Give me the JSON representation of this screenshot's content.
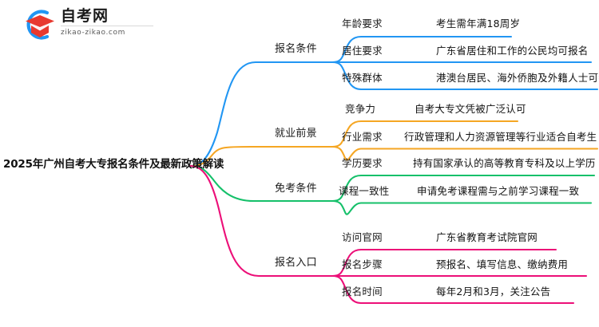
{
  "logo": {
    "name_cn": "自考网",
    "url": "zikao-zikao.com",
    "mark_icon": "graduation-cap-icon",
    "arc_color": "#2196f3",
    "cap_color": "#e8392f"
  },
  "root": {
    "title": "2025年广州自考大专报名条件及最新政策解读"
  },
  "colors": {
    "branch_1": "#2196f3",
    "branch_2": "#f5a623",
    "branch_3": "#15c06a",
    "branch_4": "#ec0f78"
  },
  "branches": [
    {
      "label": "报名条件",
      "color": "#2196f3",
      "children": [
        {
          "label": "年龄要求",
          "detail": "考生需年满18周岁"
        },
        {
          "label": "居住要求",
          "detail": "广东省居住和工作的公民均可报名"
        },
        {
          "label": "特殊群体",
          "detail": "港澳台居民、海外侨胞及外籍人士可参加"
        }
      ]
    },
    {
      "label": "就业前景",
      "color": "#f5a623",
      "children": [
        {
          "label": "竞争力",
          "detail": "自考大专文凭被广泛认可"
        },
        {
          "label": "行业需求",
          "detail": "行政管理和人力资源管理等行业适合自考生"
        }
      ]
    },
    {
      "label": "免考条件",
      "color": "#15c06a",
      "children": [
        {
          "label": "学历要求",
          "detail": "持有国家承认的高等教育专科及以上学历"
        },
        {
          "label": "课程一致性",
          "detail": "申请免考课程需与之前学习课程一致"
        }
      ]
    },
    {
      "label": "报名入口",
      "color": "#ec0f78",
      "children": [
        {
          "label": "访问官网",
          "detail": "广东省教育考试院官网"
        },
        {
          "label": "报名步骤",
          "detail": "预报名、填写信息、缴纳费用"
        },
        {
          "label": "报名时间",
          "detail": "每年2月和3月，关注公告"
        }
      ]
    }
  ]
}
